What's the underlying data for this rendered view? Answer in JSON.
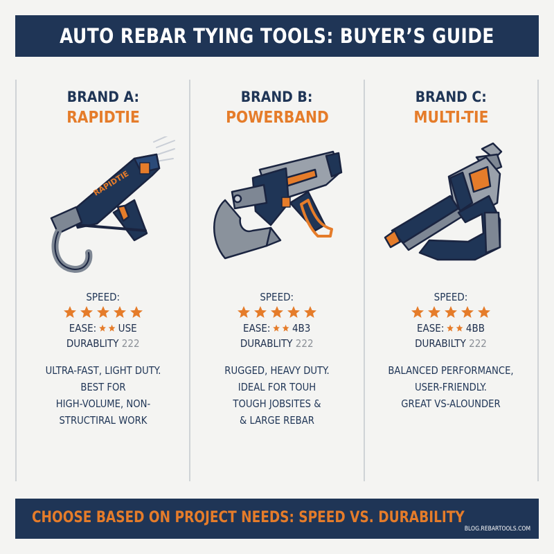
{
  "header": {
    "title": "AUTO REBAR TYING TOOLS: BUYER’S GUIDE"
  },
  "colors": {
    "navy": "#1f3556",
    "orange": "#e57c2a",
    "gray": "#8a8f96",
    "background": "#f4f4f2"
  },
  "brands": [
    {
      "brand_label": "BRAND A:",
      "product_name": "RAPIDTIE",
      "tool_text": "RAPIDTIE",
      "tool_icon": "rebar-tying-gun-icon",
      "speed_label": "SPEED:",
      "speed_stars": 5,
      "ease_label": "EASE:",
      "ease_stars": 2,
      "ease_text": "USE",
      "durability_label": "DURABLITY",
      "durability_value": "222",
      "description": [
        "ULTRA-FAST, LIGHT DUTY.",
        "BEST FOR",
        "HIGH-VOLUME, NON-",
        "STRUCTIRAL WORK"
      ]
    },
    {
      "brand_label": "BRAND B:",
      "product_name": "POWERBAND",
      "tool_text": "",
      "tool_icon": "heavy-duty-tying-tool-icon",
      "speed_label": "SPEED:",
      "speed_stars": 5,
      "ease_label": "EASE:",
      "ease_stars": 2,
      "ease_text": "4B3",
      "durability_label": "DURABLITY",
      "durability_value": "222",
      "description": [
        "RUGGED, HEAVY DUTY.",
        "IDEAL FOR TOUH",
        "TOUGH JOBSITES &",
        "& LARGE REBAR"
      ]
    },
    {
      "brand_label": "BRAND C:",
      "product_name": "MULTI-TIE",
      "tool_text": "",
      "tool_icon": "multi-tie-tool-icon",
      "speed_label": "SPEED:",
      "speed_stars": 5,
      "ease_label": "EASE:",
      "ease_stars": 2,
      "ease_text": "4BB",
      "durability_label": "DURABILTY",
      "durability_value": "222",
      "description": [
        "BALANCED PERFORMANCE,",
        "USER-FRIENDLY.",
        "GREAT VS-ALOUNDER"
      ]
    }
  ],
  "footer": {
    "tagline": "CHOOSE BASED ON PROJECT NEEDS: SPEED VS. DURABILITY",
    "site": "BLOG.REBARTOOLS.COM"
  }
}
